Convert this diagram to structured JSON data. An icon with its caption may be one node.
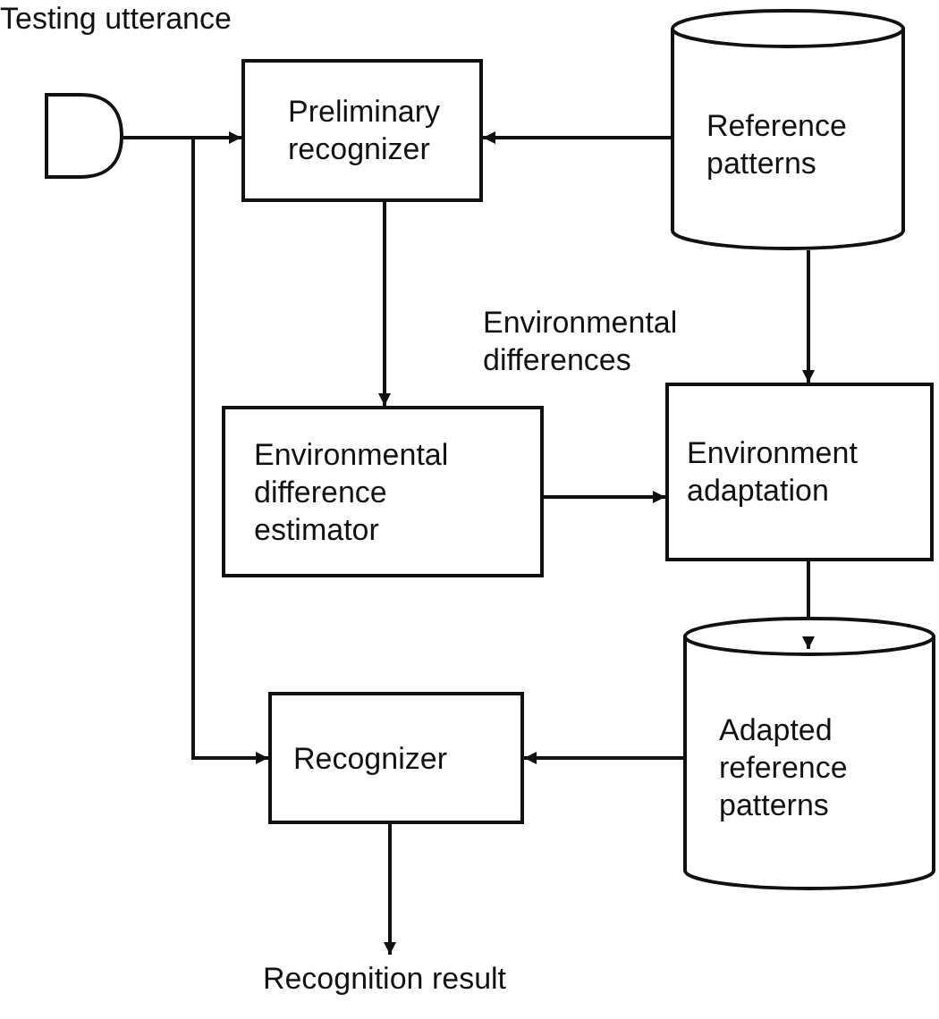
{
  "diagram": {
    "nodes": [
      {
        "text": [],
        "shape": "microphone"
      },
      {
        "text": [
          "Preliminary recognizer"
        ]
      },
      {
        "text": [
          "Reference patterns"
        ]
      },
      {
        "text": [
          "Environmental difference estimator"
        ]
      },
      {
        "text": [
          "Environment adaptation"
        ]
      },
      {
        "text": [
          "Adapted reference patterns"
        ]
      },
      {
        "text": [
          "Recognizer"
        ]
      },
      {
        "text": [
          "Recognition result"
        ]
      }
    ],
    "edges": [
      {
        "from": 0,
        "to": 1,
        "arrow": "to"
      },
      {
        "from": 0,
        "to": 6,
        "arrow": "to"
      },
      {
        "from": 2,
        "to": 1,
        "arrow": "to"
      },
      {
        "from": 1,
        "to": 3,
        "arrow": "to"
      },
      {
        "from": 2,
        "to": 4,
        "arrow": "to"
      },
      {
        "from": 3,
        "to": 4,
        "arrow": "to",
        "label": "Environmental differences"
      },
      {
        "from": 4,
        "to": 5,
        "arrow": "to"
      },
      {
        "from": 5,
        "to": 6,
        "arrow": "to"
      },
      {
        "from": 6,
        "to": 7,
        "arrow": "to"
      }
    ],
    "labels": [
      "Testing utterance"
    ]
  }
}
